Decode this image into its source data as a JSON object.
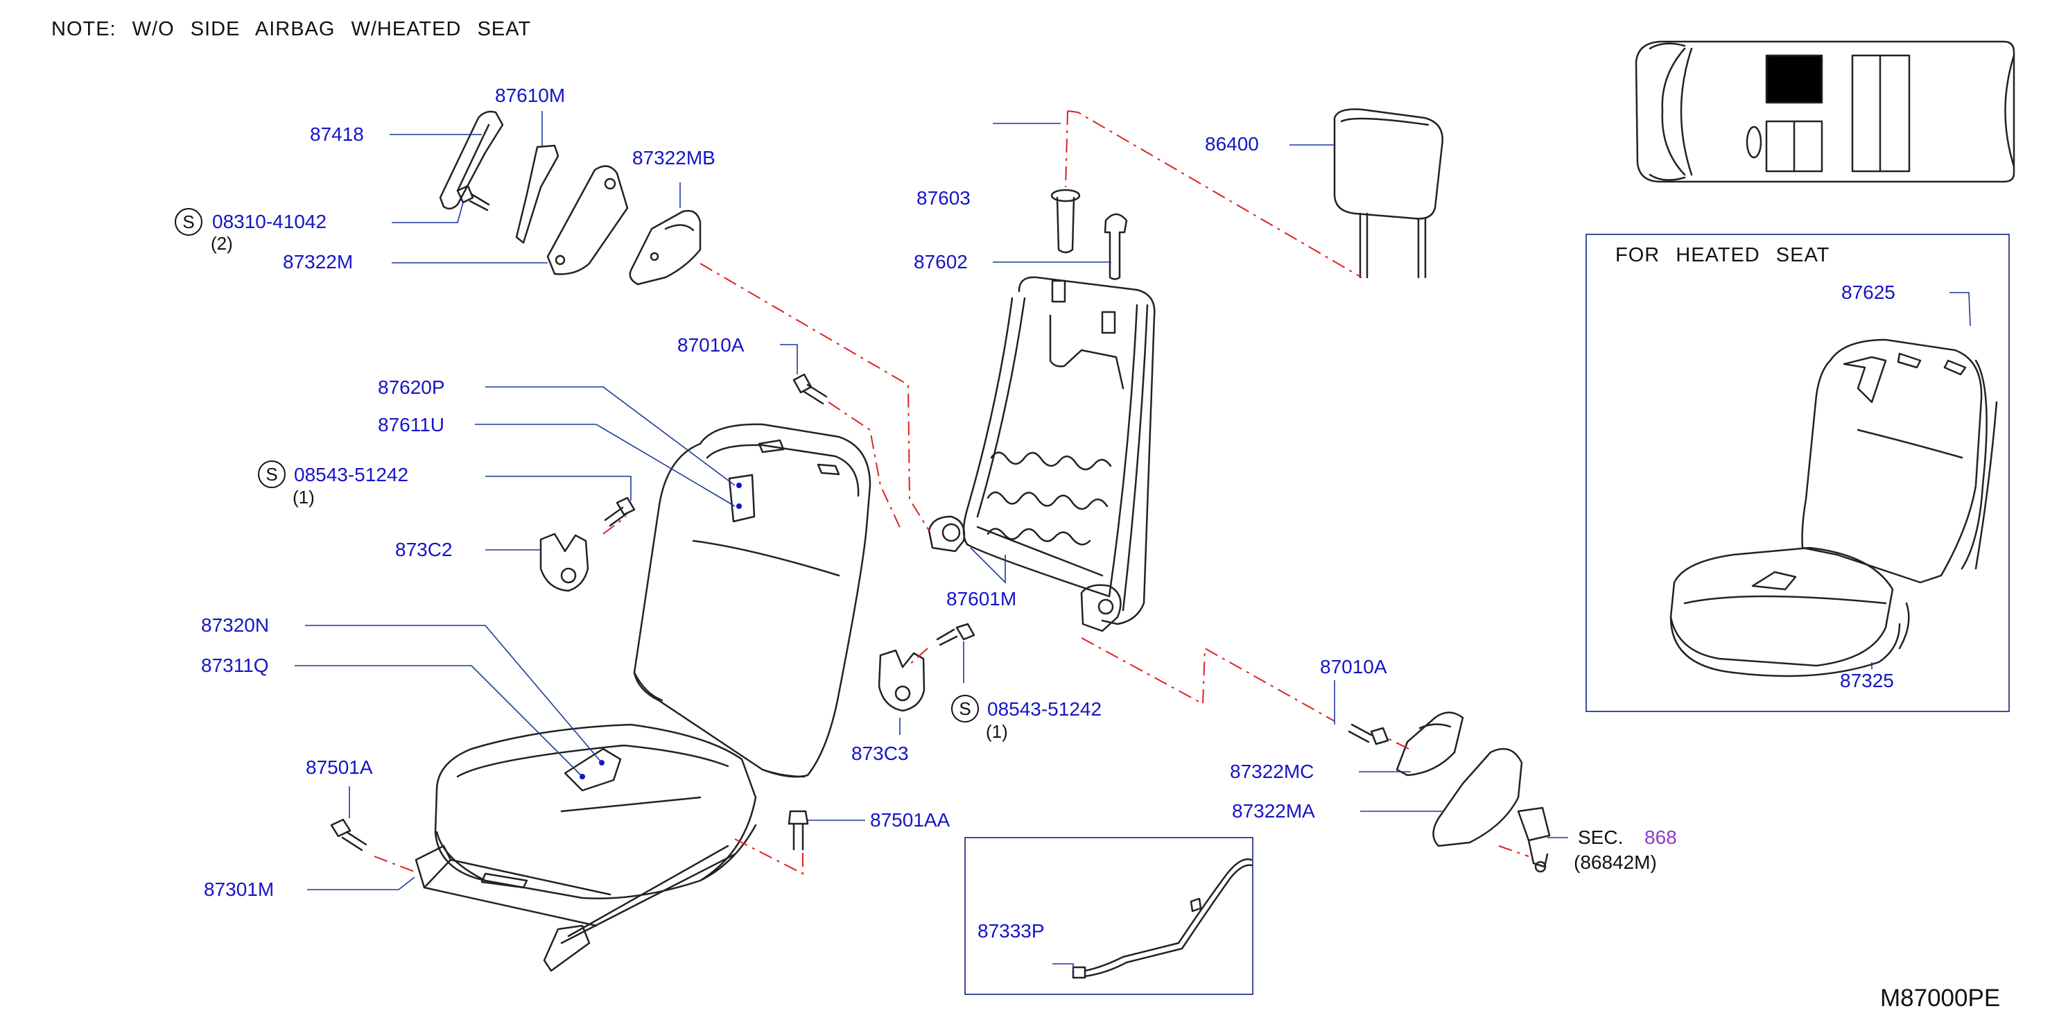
{
  "note": "NOTE:   W/O   SIDE   AIRBAG   W/HEATED   SEAT",
  "heated_box_title": "FOR   HEATED   SEAT",
  "diagram_code": "M87000PE",
  "std_symbol": "S",
  "parts": {
    "p87418": "87418",
    "p87610M": "87610M",
    "p87322MB": "87322MB",
    "s08310": "08310-41042",
    "s08310_qty": "(2)",
    "p87322M": "87322M",
    "p87603": "87603",
    "p86400": "86400",
    "p87602": "87602",
    "p87010A_top": "87010A",
    "p87620P": "87620P",
    "p87611U": "87611U",
    "s08543_top": "08543-51242",
    "s08543_top_qty": "(1)",
    "p873C2": "873C2",
    "p87601M": "87601M",
    "p87320N": "87320N",
    "p87311Q": "87311Q",
    "s08543_bot": "08543-51242",
    "s08543_bot_qty": "(1)",
    "p87010A_right": "87010A",
    "p873C3": "873C3",
    "p87501A": "87501A",
    "p87322MC": "87322MC",
    "p87501AA": "87501AA",
    "p87322MA": "87322MA",
    "sec_label": "SEC.",
    "sec_num": "868",
    "sec_ref": "(86842M)",
    "p87301M": "87301M",
    "p87333P": "87333P",
    "p87625": "87625",
    "p87325": "87325"
  },
  "colors": {
    "part_number": "#1414c8",
    "leader": "#1a3a9a",
    "dash": "#e02020",
    "outline": "#222222",
    "highlight": "#000000",
    "section_link": "#8a3cc8"
  }
}
